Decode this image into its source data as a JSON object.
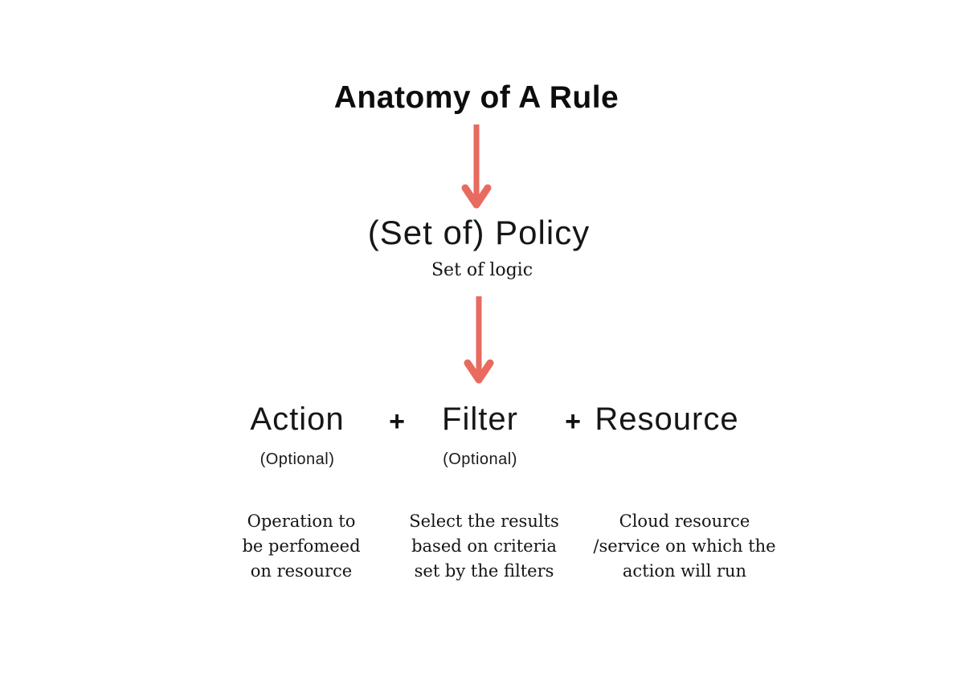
{
  "diagram": {
    "title": "Anatomy of A Rule",
    "policy": {
      "label": "(Set of) Policy",
      "sublabel": "Set of logic"
    },
    "plus_sign": "+",
    "components": [
      {
        "label": "Action",
        "optional": "(Optional)",
        "description": "Operation to\nbe perfomeed\non resource"
      },
      {
        "label": "Filter",
        "optional": "(Optional)",
        "description": "Select the results\nbased on criteria\nset by the filters"
      },
      {
        "label": "Resource",
        "description": "Cloud resource\n/service on which the\naction will run"
      }
    ],
    "colors": {
      "arrow": "#e96a5f",
      "text": "#111111",
      "background": "#ffffff"
    }
  }
}
